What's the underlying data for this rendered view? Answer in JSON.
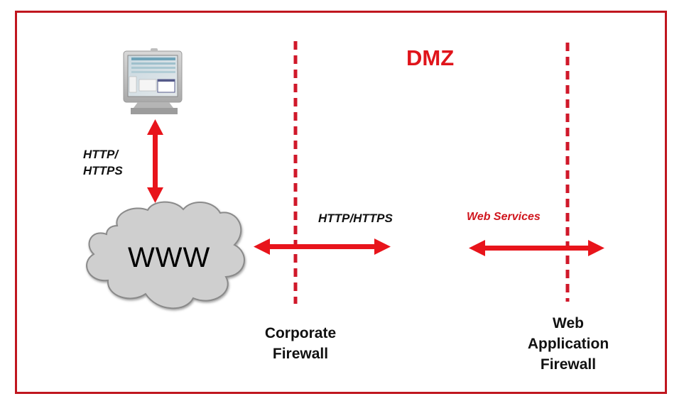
{
  "diagram": {
    "zone_label": "DMZ",
    "cloud_label": "WWW",
    "client_to_internet_protocol": [
      "HTTP/",
      "HTTPS"
    ],
    "internet_to_dmz_protocol": "HTTP/HTTPS",
    "dmz_to_backend_protocol": "Web Services",
    "corporate_firewall_label": [
      "Corporate",
      "Firewall"
    ],
    "waf_label": [
      "Web",
      "Application",
      "Firewall"
    ],
    "nodes": [
      {
        "id": "client",
        "icon": "desktop-monitor-icon"
      },
      {
        "id": "internet",
        "icon": "cloud-icon",
        "label": "WWW"
      },
      {
        "id": "corporate-firewall",
        "type": "dashed-boundary"
      },
      {
        "id": "web-application-firewall",
        "type": "dashed-boundary"
      }
    ],
    "connections": [
      {
        "from": "client",
        "to": "internet",
        "label": "HTTP/ HTTPS",
        "bidirectional": true
      },
      {
        "from": "internet",
        "to": "dmz",
        "label": "HTTP/HTTPS",
        "bidirectional": true
      },
      {
        "from": "dmz",
        "to": "backend",
        "label": "Web Services",
        "bidirectional": true
      }
    ],
    "colors": {
      "border": "#c0161f",
      "arrow": "#e8141b",
      "dashed_line": "#d0182a",
      "zone_text": "#e0141b",
      "web_services_text": "#d0161e",
      "cloud_fill": "#cfcfcf",
      "cloud_stroke": "#8a8a8a"
    }
  }
}
